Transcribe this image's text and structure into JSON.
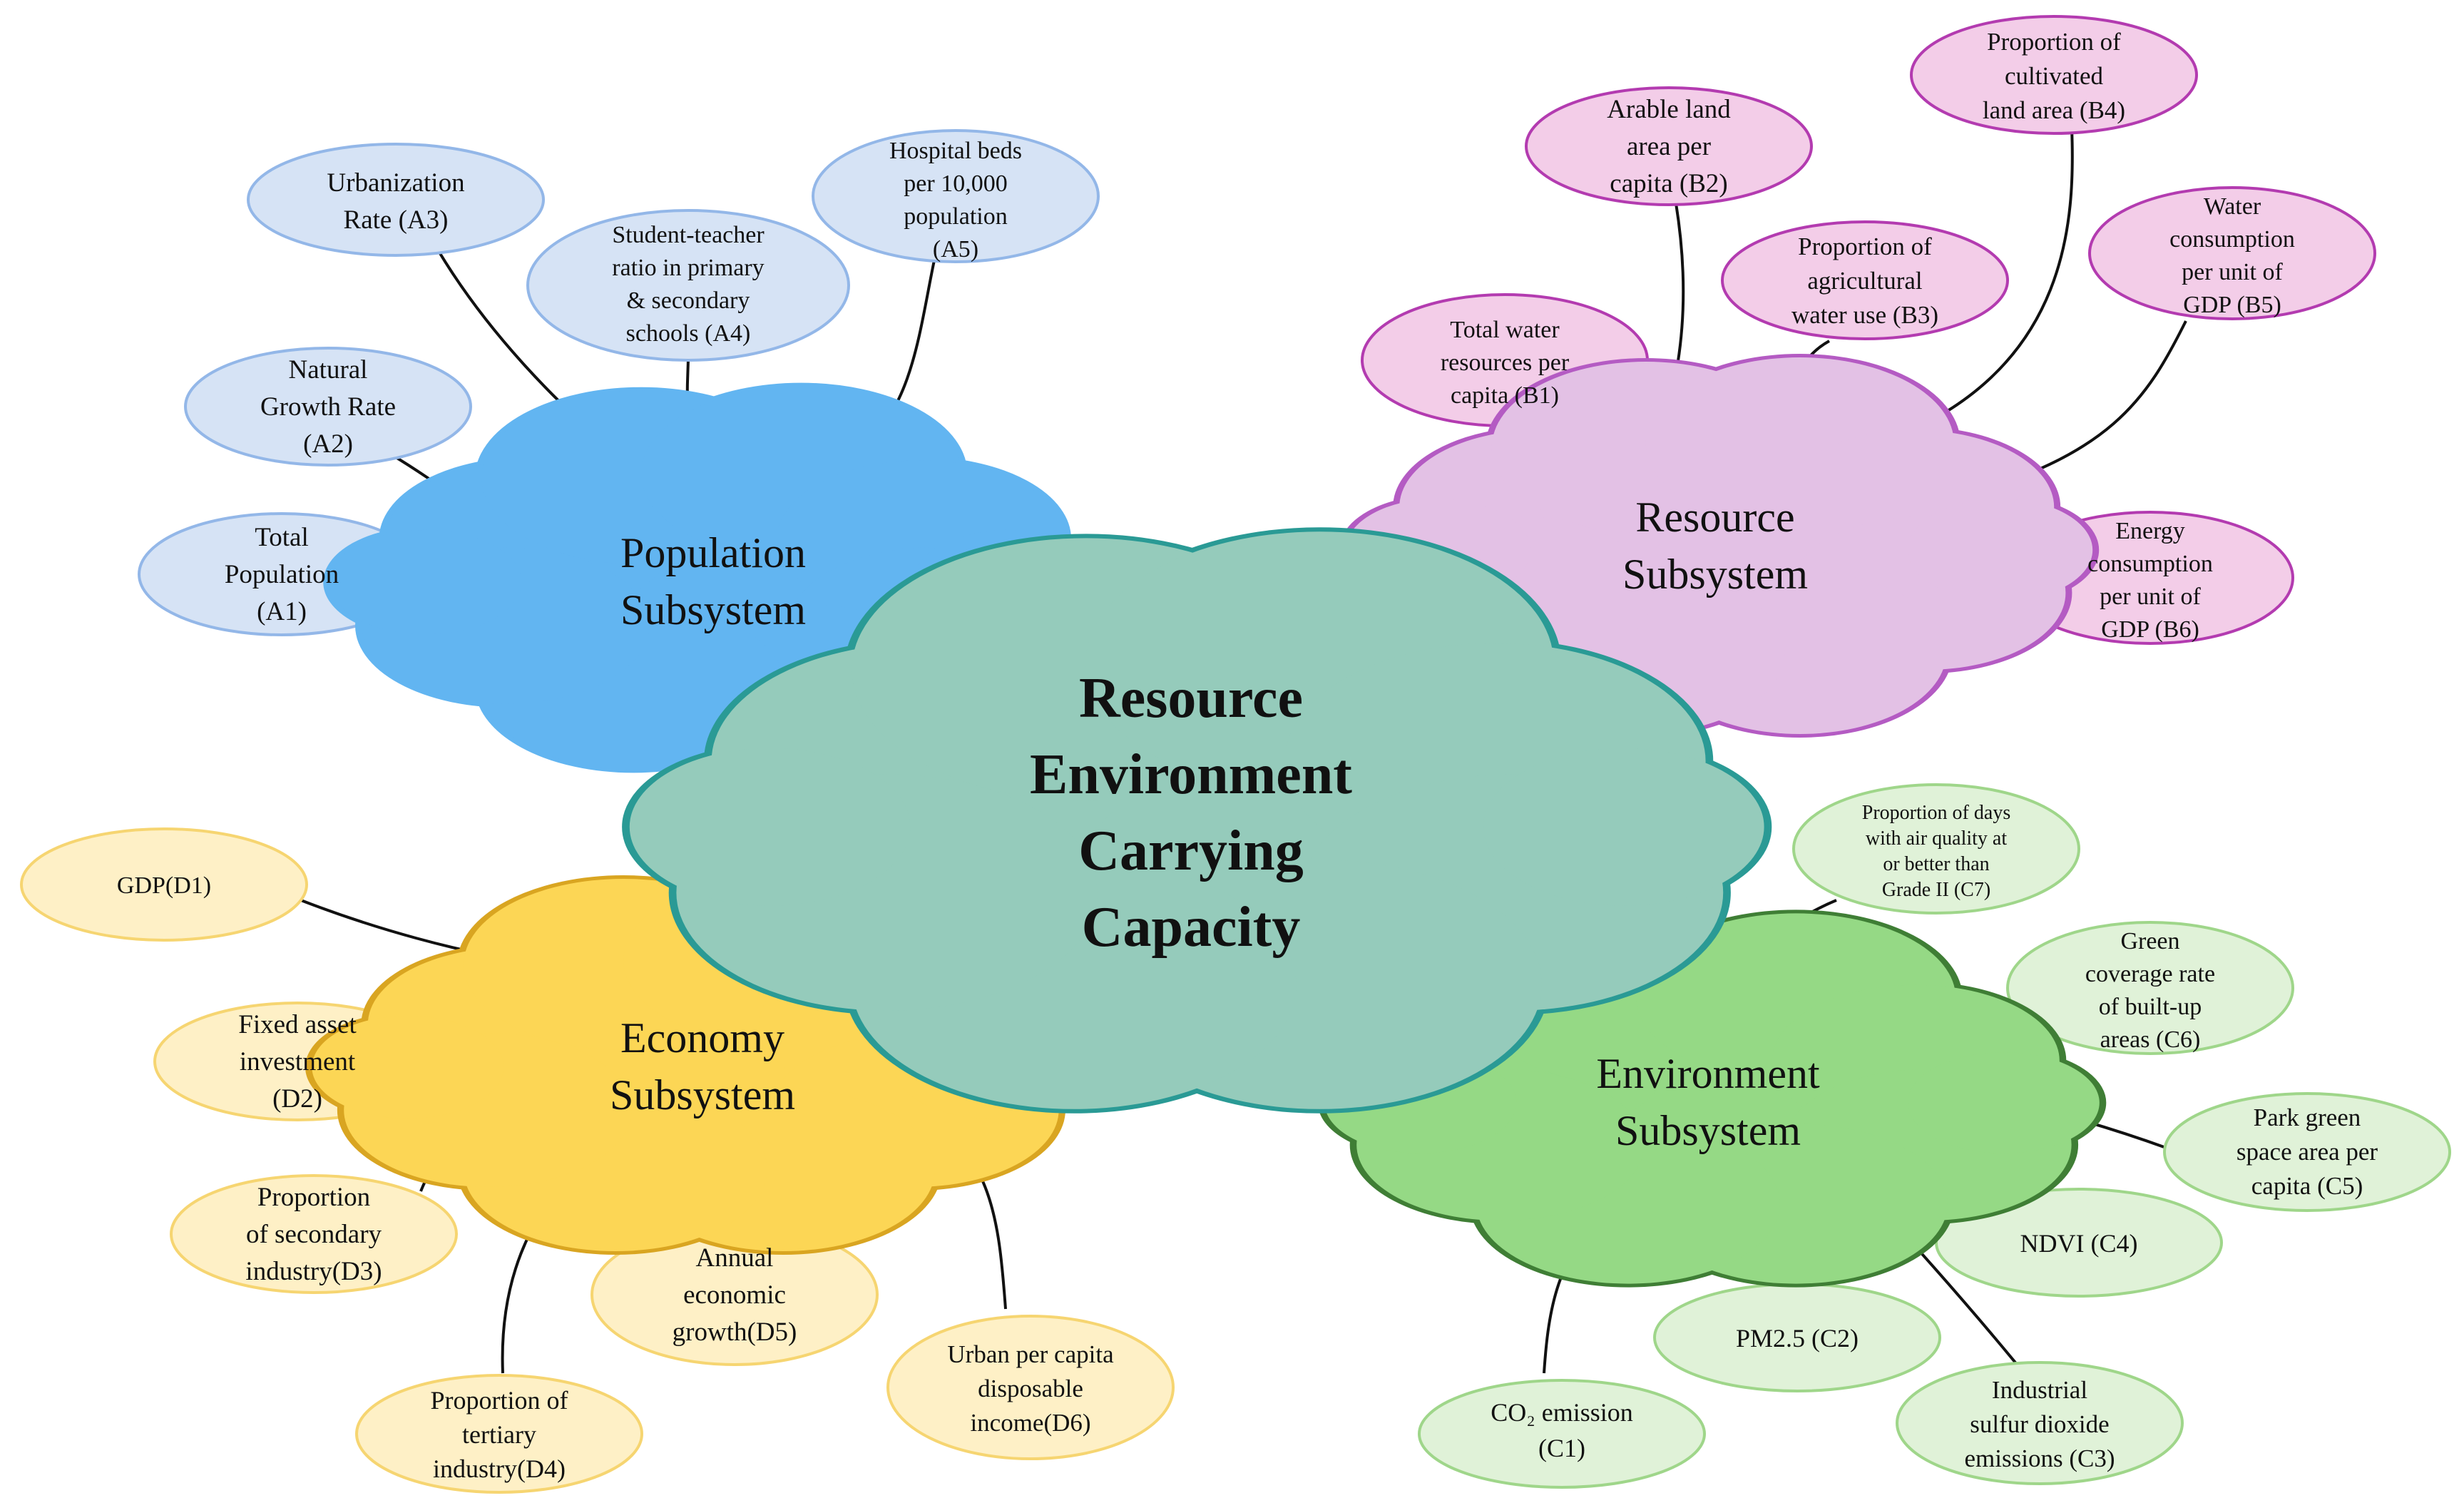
{
  "center": {
    "label_lines": [
      "Resource",
      "Environment",
      "Carrying",
      "Capacity"
    ],
    "fill": "#95CBBB",
    "stroke": "#2A9A95"
  },
  "subsystems": {
    "population": {
      "label_lines": [
        "Population",
        "Subsystem"
      ],
      "fill": "#62B5F1",
      "stroke": "#62B5F1",
      "leaf_fill": "#D6E3F5",
      "leaf_stroke": "#93B7E8",
      "leaves": {
        "a1": [
          "Total",
          "Population",
          "(A1)"
        ],
        "a2": [
          "Natural",
          "Growth Rate",
          "(A2)"
        ],
        "a3": [
          "Urbanization",
          "Rate (A3)"
        ],
        "a4": [
          "Student-teacher",
          "ratio in primary",
          "& secondary",
          "schools (A4)"
        ],
        "a5": [
          "Hospital beds",
          "per 10,000",
          "population",
          "(A5)"
        ]
      }
    },
    "resource": {
      "label_lines": [
        "Resource",
        "Subsystem"
      ],
      "fill": "#E3C1E5",
      "stroke": "#B45BC3",
      "leaf_fill": "#F3CDE8",
      "leaf_stroke": "#B33BB0",
      "leaves": {
        "b1": [
          "Total water",
          "resources per",
          "capita  (B1)"
        ],
        "b2": [
          "Arable land",
          "area per",
          "capita (B2)"
        ],
        "b3": [
          "Proportion of",
          "agricultural",
          "water use (B3)"
        ],
        "b4": [
          "Proportion of",
          "cultivated",
          "land area (B4)"
        ],
        "b5": [
          "Water",
          "consumption",
          "per unit of",
          "GDP (B5)"
        ],
        "b6": [
          "Energy",
          "consumption",
          "per unit of",
          "GDP (B6)"
        ]
      }
    },
    "economy": {
      "label_lines": [
        "Economy",
        "Subsystem"
      ],
      "fill": "#FCD655",
      "stroke": "#D9A521",
      "leaf_fill": "#FEF0C6",
      "leaf_stroke": "#F6D571",
      "leaves": {
        "d1": [
          "GDP(D1)"
        ],
        "d2": [
          "Fixed asset",
          "investment",
          "(D2)"
        ],
        "d3": [
          "Proportion",
          "of secondary",
          "industry(D3)"
        ],
        "d4": [
          "Proportion of",
          "tertiary",
          "industry(D4)"
        ],
        "d5": [
          "Annual",
          "economic",
          "growth(D5)"
        ],
        "d6": [
          "Urban per capita",
          "disposable",
          "income(D6)"
        ]
      }
    },
    "environment": {
      "label_lines": [
        "Environment",
        "Subsystem"
      ],
      "fill": "#95D985",
      "stroke": "#3F7E35",
      "leaf_fill": "#E0F2D8",
      "leaf_stroke": "#9FD68A",
      "leaves": {
        "c1": [
          "CO₂ emission",
          "(C1)"
        ],
        "c2": [
          "PM2.5 (C2)"
        ],
        "c3": [
          "Industrial",
          "sulfur dioxide",
          "emissions (C3)"
        ],
        "c4": [
          "NDVI (C4)"
        ],
        "c5": [
          "Park green",
          "space area per",
          "capita (C5)"
        ],
        "c6": [
          "Green",
          "coverage rate",
          "of built-up",
          "areas (C6)"
        ],
        "c7": [
          "Proportion of days",
          "with air quality at",
          "or better than",
          "Grade II (C7)"
        ]
      }
    }
  }
}
